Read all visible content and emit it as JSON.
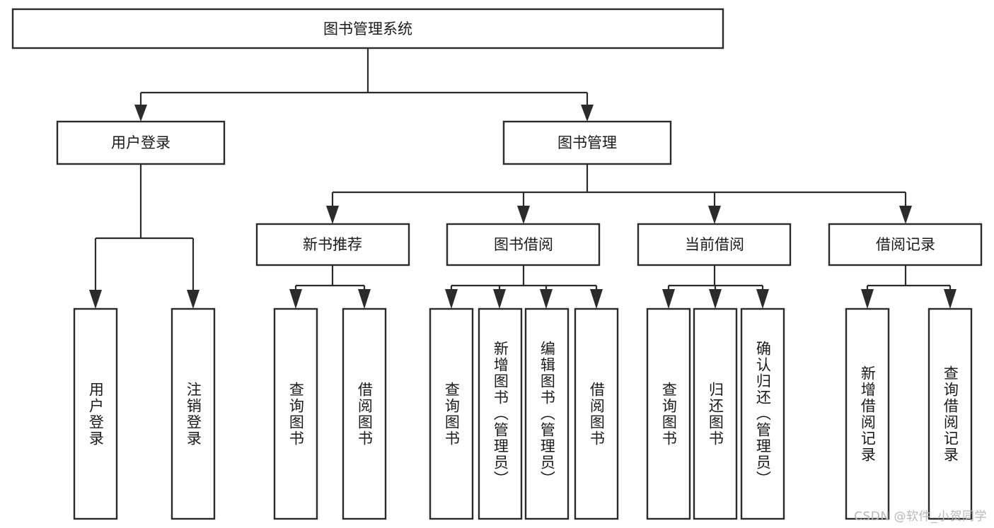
{
  "diagram": {
    "type": "tree",
    "title": "图书管理系统",
    "orientation": "top-down",
    "colors": {
      "box_fill": "#ffffff",
      "box_stroke": "#2b2b2b",
      "line": "#2b2b2b",
      "text": "#1a1a1a",
      "watermark": "#b8b8b8",
      "background": "#ffffff"
    },
    "root": {
      "label": "图书管理系统"
    },
    "level2": [
      {
        "label": "用户登录"
      },
      {
        "label": "图书管理"
      }
    ],
    "level3": [
      {
        "label": "新书推荐"
      },
      {
        "label": "图书借阅"
      },
      {
        "label": "当前借阅"
      },
      {
        "label": "借阅记录"
      }
    ],
    "leaves": {
      "user_login": [
        {
          "label": "用户登录"
        },
        {
          "label": "注销登录"
        }
      ],
      "new_book": [
        {
          "label": "查询图书"
        },
        {
          "label": "借阅图书"
        }
      ],
      "book_borrow": [
        {
          "label": "查询图书"
        },
        {
          "label": "新增图书（管理员）"
        },
        {
          "label": "编辑图书（管理员）"
        },
        {
          "label": "借阅图书"
        }
      ],
      "current_borrow": [
        {
          "label": "查询图书"
        },
        {
          "label": "归还图书"
        },
        {
          "label": "确认归还（管理员）"
        }
      ],
      "borrow_record": [
        {
          "label": "新增借阅记录"
        },
        {
          "label": "查询借阅记录"
        }
      ]
    }
  },
  "watermark": {
    "text": "CSDN @软件_小贺同学"
  }
}
